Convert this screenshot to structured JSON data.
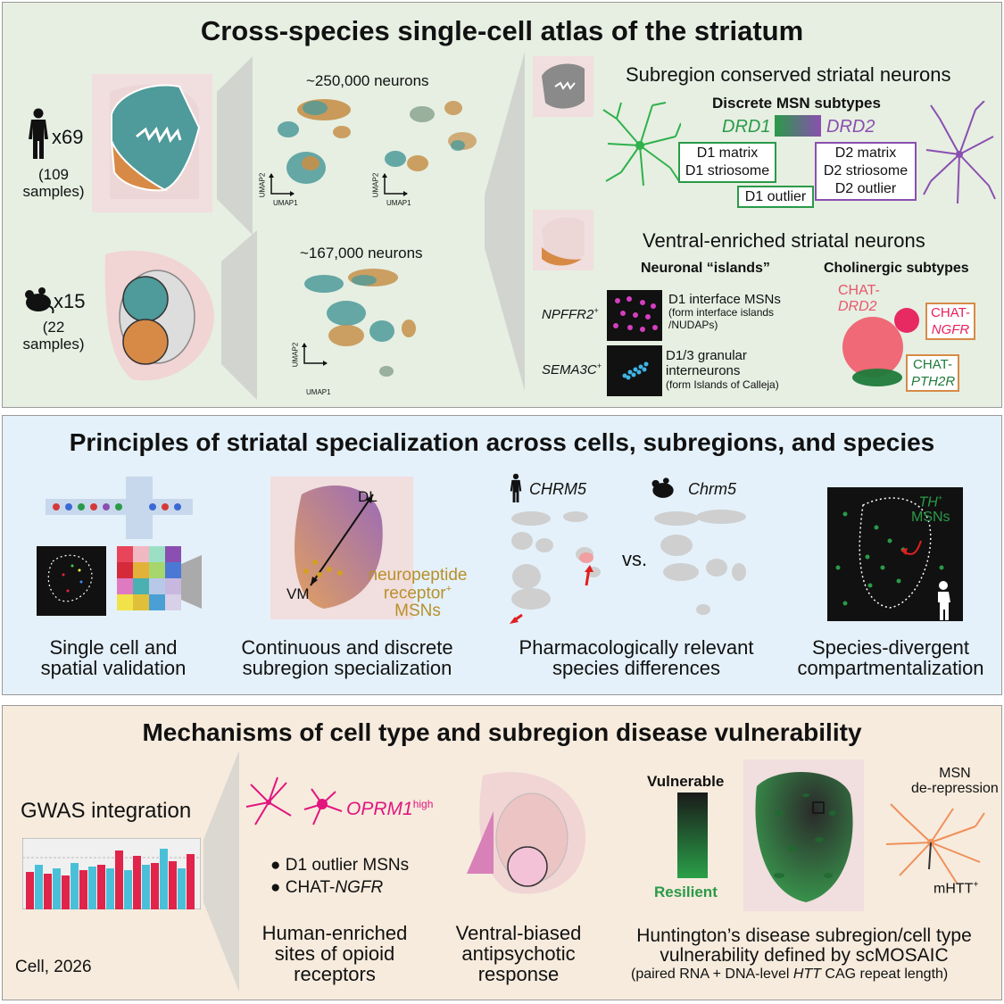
{
  "panel1": {
    "title": "Cross-species single-cell atlas of the striatum",
    "human": {
      "count": "x69",
      "samples": [
        "(109",
        "samples)"
      ],
      "neurons": "~250,000 neurons"
    },
    "mouse": {
      "count": "x15",
      "samples": [
        "(22",
        "samples)"
      ],
      "neurons": "~167,000 neurons"
    },
    "umap": {
      "y": "UMAP2",
      "x": "UMAP1"
    },
    "conserved": {
      "title": "Subregion conserved striatal neurons",
      "subtitle": "Discrete MSN subtypes",
      "drd1": "DRD1",
      "drd2": "DRD2",
      "d1box": [
        "D1 matrix",
        "D1 striosome"
      ],
      "d1outlier": "D1 outlier",
      "d2box": [
        "D2 matrix",
        "D2 striosome",
        "D2 outlier"
      ]
    },
    "ventral": {
      "title": "Ventral-enriched striatal neurons",
      "islands_title": "Neuronal “islands”",
      "cholinergic_title": "Cholinergic subtypes",
      "npffr2": "NPFFR2",
      "npffr2_sup": "+",
      "npffr2_desc": [
        "D1 interface MSNs",
        "(form interface islands",
        "/NUDAPs)"
      ],
      "sema3c": "SEMA3C",
      "sema3c_sup": "+",
      "sema3c_desc": [
        "D1/3 granular",
        "interneurons",
        "(form Islands of Calleja)"
      ],
      "chat_drd2": [
        "CHAT-",
        "DRD2"
      ],
      "chat_ngfr": [
        "CHAT-",
        "NGFR"
      ],
      "chat_pth2r": [
        "CHAT-",
        "PTH2R"
      ]
    }
  },
  "panel2": {
    "title": "Principles of striatal specialization across cells, subregions, and species",
    "item1": [
      "Single cell and",
      "spatial validation"
    ],
    "item2": [
      "Continuous and discrete",
      "subregion specialization"
    ],
    "item2_labels": {
      "dl": "DL",
      "vm": "VM",
      "np": [
        "neuropeptide",
        "receptor",
        "MSNs"
      ],
      "np_sup": "+"
    },
    "item3": [
      "Pharmacologically relevant",
      "species differences"
    ],
    "item3_labels": {
      "human_gene": "CHRM5",
      "mouse_gene": "Chrm5",
      "vs": "vs."
    },
    "item4": [
      "Species-divergent",
      "compartmentalization"
    ],
    "item4_labels": {
      "th": "TH",
      "th_sup": "+",
      "msns": "MSNs"
    }
  },
  "panel3": {
    "title": "Mechanisms of cell type and subregion disease vulnerability",
    "gwas": "GWAS integration",
    "oprm1": "OPRM1",
    "oprm1_sup": "high",
    "bullets": [
      "D1 outlier MSNs",
      "CHAT-"
    ],
    "bullet2_ital": "NGFR",
    "col2": [
      "Human-enriched",
      "sites of opioid",
      "receptors"
    ],
    "col3": [
      "Ventral-biased",
      "antipsychotic",
      "response"
    ],
    "vulnerable": "Vulnerable",
    "resilient": "Resilient",
    "msn_derep": [
      "MSN",
      "de-repression"
    ],
    "mhtt": "mHTT",
    "mhtt_sup": "+",
    "hd": [
      "Huntington’s disease subregion/cell type",
      "vulnerability defined by scMOSAIC"
    ],
    "hd_sub_pre": "(paired RNA + DNA-level ",
    "hd_sub_ital": "HTT",
    "hd_sub_post": " CAG repeat length)",
    "citation": "Cell, 2026"
  },
  "colors": {
    "panel1_bg": "#e6efe2",
    "panel2_bg": "#e4f1fa",
    "panel3_bg": "#f6ebdd",
    "d1_green": "#2a9a48",
    "d2_purple": "#8a4fb0",
    "pink": "#e2157f",
    "gold": "#b8902a",
    "orange": "#d78a46",
    "teal": "#4f9a9a"
  }
}
